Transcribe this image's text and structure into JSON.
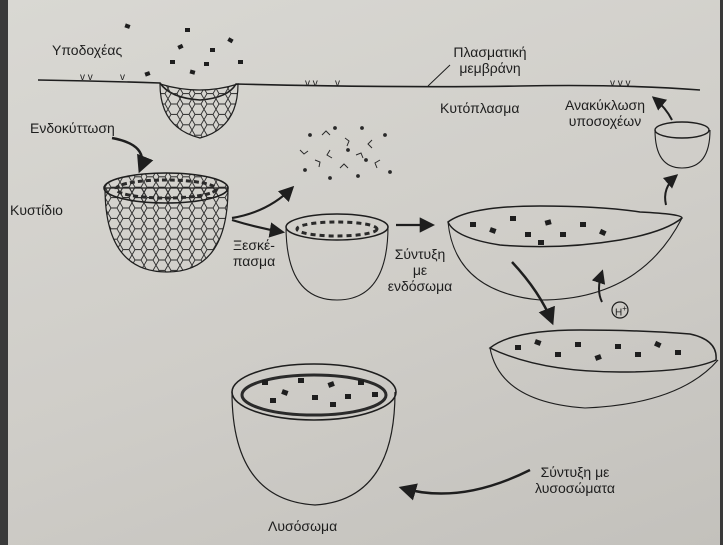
{
  "labels": {
    "receptors": "Υποδοχέας",
    "plasma_membrane_line1": "Πλασματική",
    "plasma_membrane_line2": "μεμβράνη",
    "cytoplasm": "Κυτόπλασμα",
    "receptor_recycling_line1": "Ανακύκλωση",
    "receptor_recycling_line2": "υποσοχέων",
    "endocytosis": "Ενδοκύττωση",
    "vesicle": "Κυστίδιο",
    "uncoating_line1": "Ξεσκέ-",
    "uncoating_line2": "πασμα",
    "fusion_endosome_line1": "Σύντυξη",
    "fusion_endosome_line2": "με",
    "fusion_endosome_line3": "ενδόσωμα",
    "proton": "H",
    "proton_charge": "+",
    "fusion_lysosomes_line1": "Σύντυξη με",
    "fusion_lysosomes_line2": "λυσοσώματα",
    "lysosome": "Λυσόσωμα"
  }
}
